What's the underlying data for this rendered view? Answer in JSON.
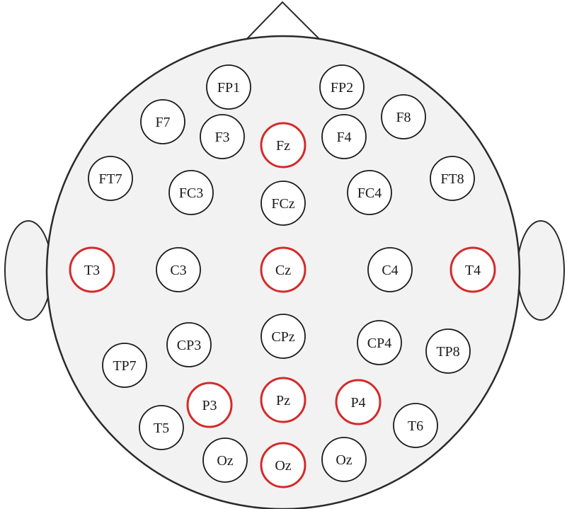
{
  "colors": {
    "head_fill": "#f2f2f2",
    "outline": "#2a2a2a",
    "default_ring": "#1a1a1a",
    "highlight_ring": "#d42a2a"
  },
  "electrodes": [
    {
      "label": "FP1",
      "highlighted": false
    },
    {
      "label": "FP2",
      "highlighted": false
    },
    {
      "label": "F7",
      "highlighted": false
    },
    {
      "label": "F3",
      "highlighted": false
    },
    {
      "label": "Fz",
      "highlighted": true
    },
    {
      "label": "F4",
      "highlighted": false
    },
    {
      "label": "F8",
      "highlighted": false
    },
    {
      "label": "FT7",
      "highlighted": false
    },
    {
      "label": "FC3",
      "highlighted": false
    },
    {
      "label": "FCz",
      "highlighted": false
    },
    {
      "label": "FC4",
      "highlighted": false
    },
    {
      "label": "FT8",
      "highlighted": false
    },
    {
      "label": "T3",
      "highlighted": true
    },
    {
      "label": "C3",
      "highlighted": false
    },
    {
      "label": "Cz",
      "highlighted": true
    },
    {
      "label": "C4",
      "highlighted": false
    },
    {
      "label": "T4",
      "highlighted": true
    },
    {
      "label": "CP3",
      "highlighted": false
    },
    {
      "label": "CPz",
      "highlighted": false
    },
    {
      "label": "CP4",
      "highlighted": false
    },
    {
      "label": "TP7",
      "highlighted": false
    },
    {
      "label": "TP8",
      "highlighted": false
    },
    {
      "label": "P3",
      "highlighted": true
    },
    {
      "label": "Pz",
      "highlighted": true
    },
    {
      "label": "P4",
      "highlighted": true
    },
    {
      "label": "T5",
      "highlighted": false
    },
    {
      "label": "T6",
      "highlighted": false
    },
    {
      "label": "Oz",
      "highlighted": false
    },
    {
      "label": "Oz",
      "highlighted": true
    },
    {
      "label": "Oz",
      "highlighted": false
    }
  ]
}
